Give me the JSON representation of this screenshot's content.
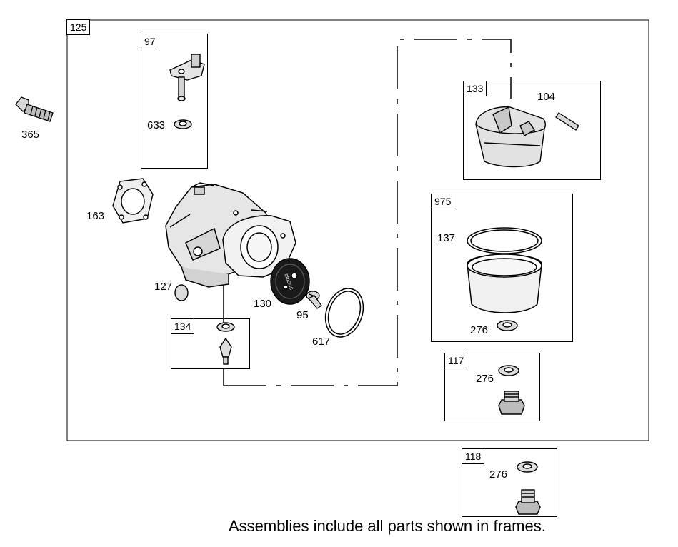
{
  "frames": {
    "main": "125",
    "float_bowl": "133",
    "float_bowl_kit": "975",
    "inlet_kit": "97",
    "needle_kit": "134",
    "bowl_nut_kit_a": "117",
    "bowl_nut_kit_b": "118"
  },
  "callouts": {
    "bolt": "365",
    "gasket_mount": "163",
    "plug_welch": "127",
    "throttle_plate": "130",
    "screw": "95",
    "o_ring": "617",
    "seal_633": "633",
    "pin_104": "104",
    "gasket_137": "137",
    "washer_975": "276",
    "washer_117": "276",
    "washer_118": "276"
  },
  "plate_stamp": "BRIGGS",
  "footnote": "Assemblies include all parts shown in frames."
}
